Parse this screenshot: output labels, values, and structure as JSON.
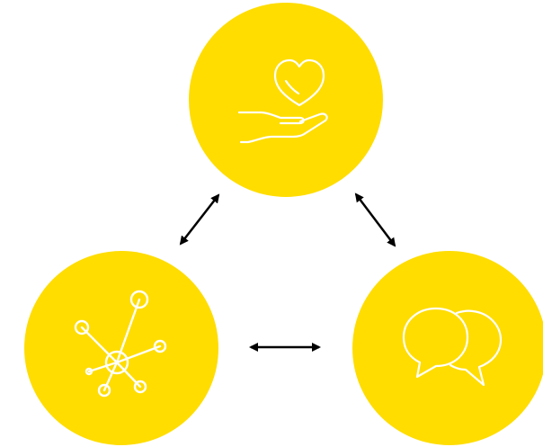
{
  "diagram": {
    "nodes": [
      {
        "id": "care",
        "icon": "heart-in-hand-icon"
      },
      {
        "id": "network",
        "icon": "network-nodes-icon"
      },
      {
        "id": "communication",
        "icon": "speech-bubbles-icon"
      }
    ],
    "connections": [
      {
        "from": "care",
        "to": "network",
        "type": "bidirectional-arrow"
      },
      {
        "from": "care",
        "to": "communication",
        "type": "bidirectional-arrow"
      },
      {
        "from": "network",
        "to": "communication",
        "type": "bidirectional-arrow"
      }
    ]
  },
  "colors": {
    "circle_fill": "#FFDD00",
    "icon_stroke": "#FFFFFF",
    "arrow": "#000000",
    "background": "#FFFFFF"
  }
}
